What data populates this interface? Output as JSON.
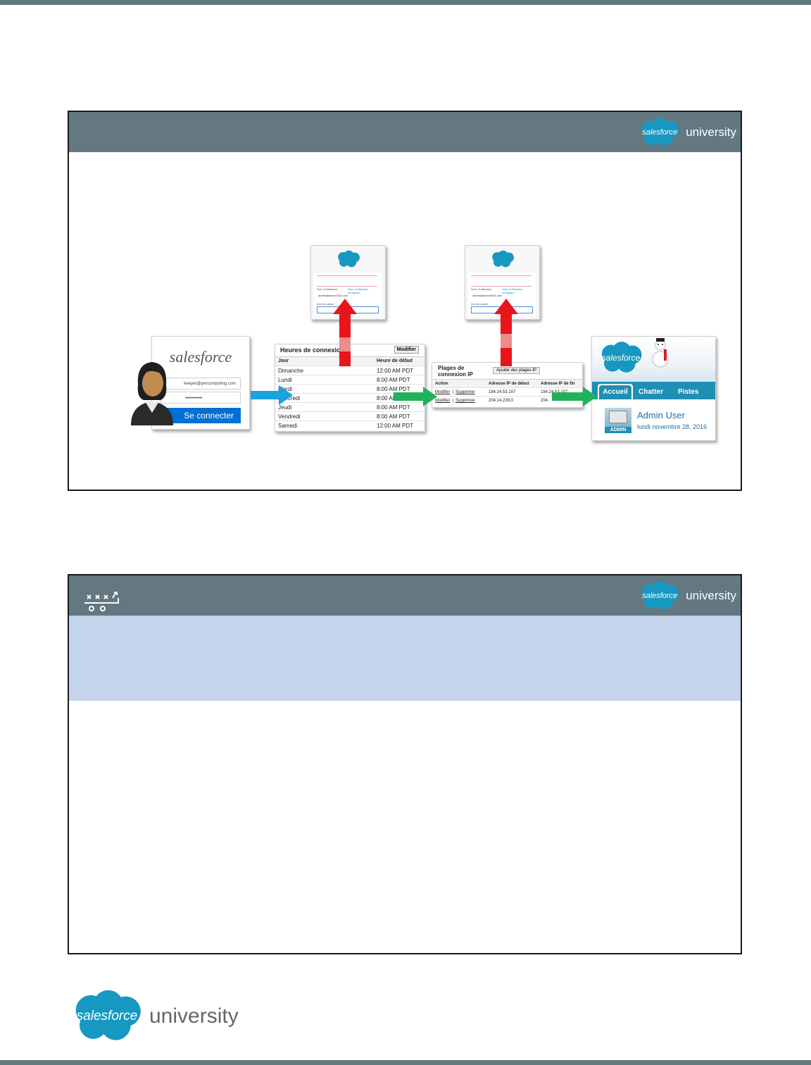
{
  "colors": {
    "band": "#637880",
    "cloud": "#1798c1",
    "panel": "#c4d4ec",
    "blue_arrow": "#1aa3dc",
    "green_arrow": "#1fb25a",
    "red_arrow": "#e8151b"
  },
  "brand": {
    "cloud_text": "salesforce",
    "word": "university"
  },
  "login": {
    "logo": "salesforce",
    "username": "keeper@percomputing.com",
    "password": "••••••••••",
    "button": "Se connecter"
  },
  "hours": {
    "title": "Heures de connexion",
    "edit": "Modifier",
    "headers": [
      "Jour",
      "Heure de début"
    ],
    "rows": [
      [
        "Dimanche",
        "12:00 AM PDT"
      ],
      [
        "Lundi",
        "8:00 AM PDT"
      ],
      [
        "Mardi",
        "8:00 AM PDT"
      ],
      [
        "Mercredi",
        "8:00 AM PDT"
      ],
      [
        "Jeudi",
        "8:00 AM PDT"
      ],
      [
        "Vendredi",
        "8:00 AM PDT"
      ],
      [
        "Samedi",
        "12:00 AM PDT"
      ]
    ]
  },
  "ip": {
    "title_line1": "Plages de",
    "title_line2": "connexion IP",
    "add": "Ajouter des plages IP",
    "headers": [
      "Action",
      "Adresse IP de début",
      "Adresse IP de fin"
    ],
    "rows": [
      {
        "edit": "Modifier",
        "sep": "|",
        "del": "Supprimer",
        "start": "184.24.53.107",
        "end": "184.24.53.107"
      },
      {
        "edit": "Modifier",
        "sep": "|",
        "del": "Supprimer",
        "start": "204.14.239.0",
        "end": "204."
      }
    ]
  },
  "home": {
    "tabs": [
      "Accueil",
      "Chatter",
      "Pistes"
    ],
    "user": "Admin User",
    "date": "lundi novembre 28, 2016",
    "badge": "ADMIN"
  },
  "verify": {
    "label1": "Nom d'utilisateur",
    "label2": "Nom d'utilisateur enregistré",
    "value": "admin@acme2016.com",
    "label3": "Mot de passe"
  },
  "playbook_icon": "playbook-icon"
}
